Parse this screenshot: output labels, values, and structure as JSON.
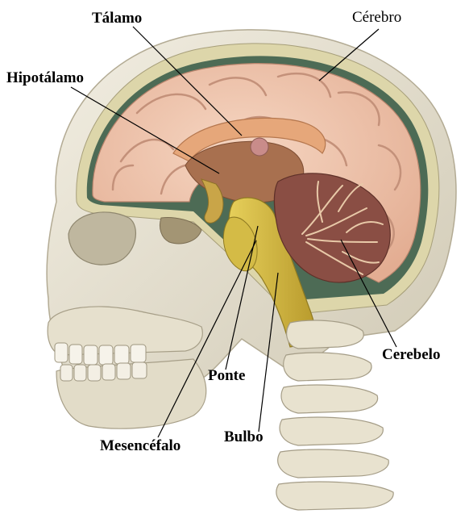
{
  "labels": {
    "talamo": "Tálamo",
    "cerebro": "Cérebro",
    "hipotalamo": "Hipotálamo",
    "cerebelo": "Cerebelo",
    "ponte": "Ponte",
    "bulbo": "Bulbo",
    "mesencefalo": "Mesencéfalo"
  },
  "colors": {
    "background": "#ffffff",
    "bone": "#e9e4d4",
    "bone_shadow": "#c9c2ad",
    "skull_marrow": "#d9d3a8",
    "brain": "#f0c7ae",
    "brain_fold": "#c99a82",
    "corpus_callosum": "#e8a878",
    "thalamus": "#9e6a4e",
    "brainstem": "#d8c04a",
    "cerebellum": "#8a4f44",
    "leader_line": "#000000"
  }
}
